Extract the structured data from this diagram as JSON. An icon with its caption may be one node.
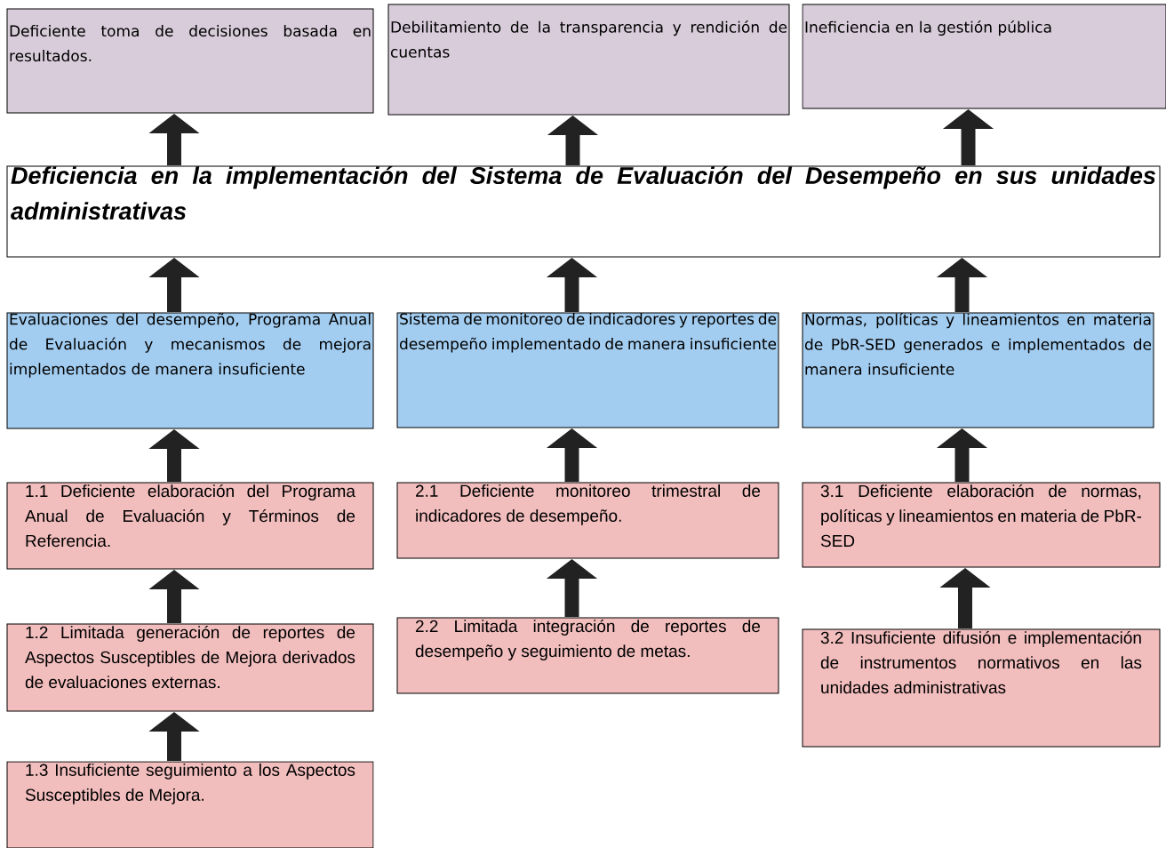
{
  "diagram": {
    "nodes": [
      {
        "text": [
          "Deficiente toma de decisiones basada en resultados."
        ]
      },
      {
        "text": [
          "Debilitamiento de la transparencia y rendición de cuentas"
        ]
      },
      {
        "text": [
          "Ineficiencia en la gestión pública"
        ]
      },
      {
        "text": [
          "Deficiencia en la implementación del Sistema de Evaluación del Desempeño en sus unidades administrativas"
        ]
      },
      {
        "text": [
          "Evaluaciones del desempeño, Programa Anual de Evaluación y mecanismos de mejora implementados de manera insuficiente"
        ]
      },
      {
        "text": [
          "Sistema de monitoreo de indicadores y reportes de desempeño implementado de manera insuficiente"
        ]
      },
      {
        "text": [
          "Normas, políticas y lineamientos en materia de PbR-SED generados e implementados de manera insuficiente"
        ]
      },
      {
        "text": [
          "1.1 Deficiente elaboración del Programa Anual de Evaluación y Términos de Referencia."
        ]
      },
      {
        "text": [
          "2.1 Deficiente monitoreo trimestral de indicadores de desempeño."
        ]
      },
      {
        "text": [
          "3.1 Deficiente elaboración de normas, políticas y lineamientos en materia de PbR-SED"
        ]
      },
      {
        "text": [
          "1.2 Limitada generación de reportes de Aspectos Susceptibles de Mejora derivados de evaluaciones externas."
        ]
      },
      {
        "text": [
          "2.2 Limitada integración de reportes de desempeño y seguimiento de metas."
        ]
      },
      {
        "text": [
          "3.2 Insuficiente difusión e implementación de instrumentos normativos en las unidades administrativas"
        ]
      },
      {
        "text": [
          "1.3 Insuficiente seguimiento a los Aspectos Susceptibles de Mejora."
        ]
      }
    ],
    "edges": [
      {
        "from": 3,
        "to": 0,
        "arrow": "to"
      },
      {
        "from": 3,
        "to": 1,
        "arrow": "to"
      },
      {
        "from": 3,
        "to": 2,
        "arrow": "to"
      },
      {
        "from": 4,
        "to": 3,
        "arrow": "to"
      },
      {
        "from": 5,
        "to": 3,
        "arrow": "to"
      },
      {
        "from": 6,
        "to": 3,
        "arrow": "to"
      },
      {
        "from": 7,
        "to": 4,
        "arrow": "to"
      },
      {
        "from": 8,
        "to": 5,
        "arrow": "to"
      },
      {
        "from": 9,
        "to": 6,
        "arrow": "to"
      },
      {
        "from": 10,
        "to": 7,
        "arrow": "to"
      },
      {
        "from": 11,
        "to": 8,
        "arrow": "to"
      },
      {
        "from": 12,
        "to": 9,
        "arrow": "to"
      },
      {
        "from": 13,
        "to": 10,
        "arrow": "to"
      }
    ]
  }
}
